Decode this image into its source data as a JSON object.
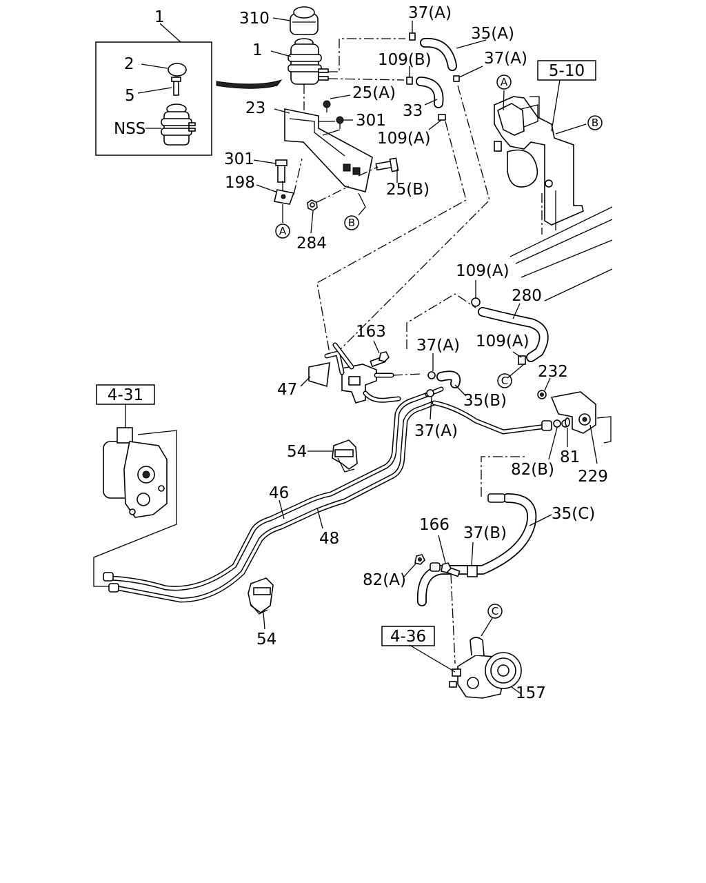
{
  "callouts": {
    "c1_top": "1",
    "c310": "310",
    "c37a_1": "37(A)",
    "c35a": "35(A)",
    "c1_res": "1",
    "c2": "2",
    "c5": "5",
    "cNSS": "NSS",
    "c109b": "109(B)",
    "c37a_2": "37(A)",
    "c25a": "25(A)",
    "c23": "23",
    "c33": "33",
    "c301_1": "301",
    "c109a_1": "109(A)",
    "c301_2": "301",
    "c198": "198",
    "c25b": "25(B)",
    "c284": "284",
    "c109a_2": "109(A)",
    "c280": "280",
    "c109a_3": "109(A)",
    "c163": "163",
    "c37a_3": "37(A)",
    "c232": "232",
    "c47": "47",
    "c35b": "35(B)",
    "c37a_4": "37(A)",
    "c54_1": "54",
    "c82b": "82(B)",
    "c81": "81",
    "c229": "229",
    "c46": "46",
    "c48": "48",
    "c35c": "35(C)",
    "c166": "166",
    "c37b": "37(B)",
    "c82a": "82(A)",
    "c54_2": "54",
    "c157": "157"
  },
  "ref_boxes": {
    "r510": "5-10",
    "r431": "4-31",
    "r436": "4-36"
  },
  "circle_markers": {
    "mA_1": "A",
    "mB_1": "B",
    "mA_2": "A",
    "mB_2": "B",
    "mC_1": "C",
    "mC_2": "C"
  },
  "colors": {
    "ink": "#000000",
    "paper": "#ffffff"
  }
}
